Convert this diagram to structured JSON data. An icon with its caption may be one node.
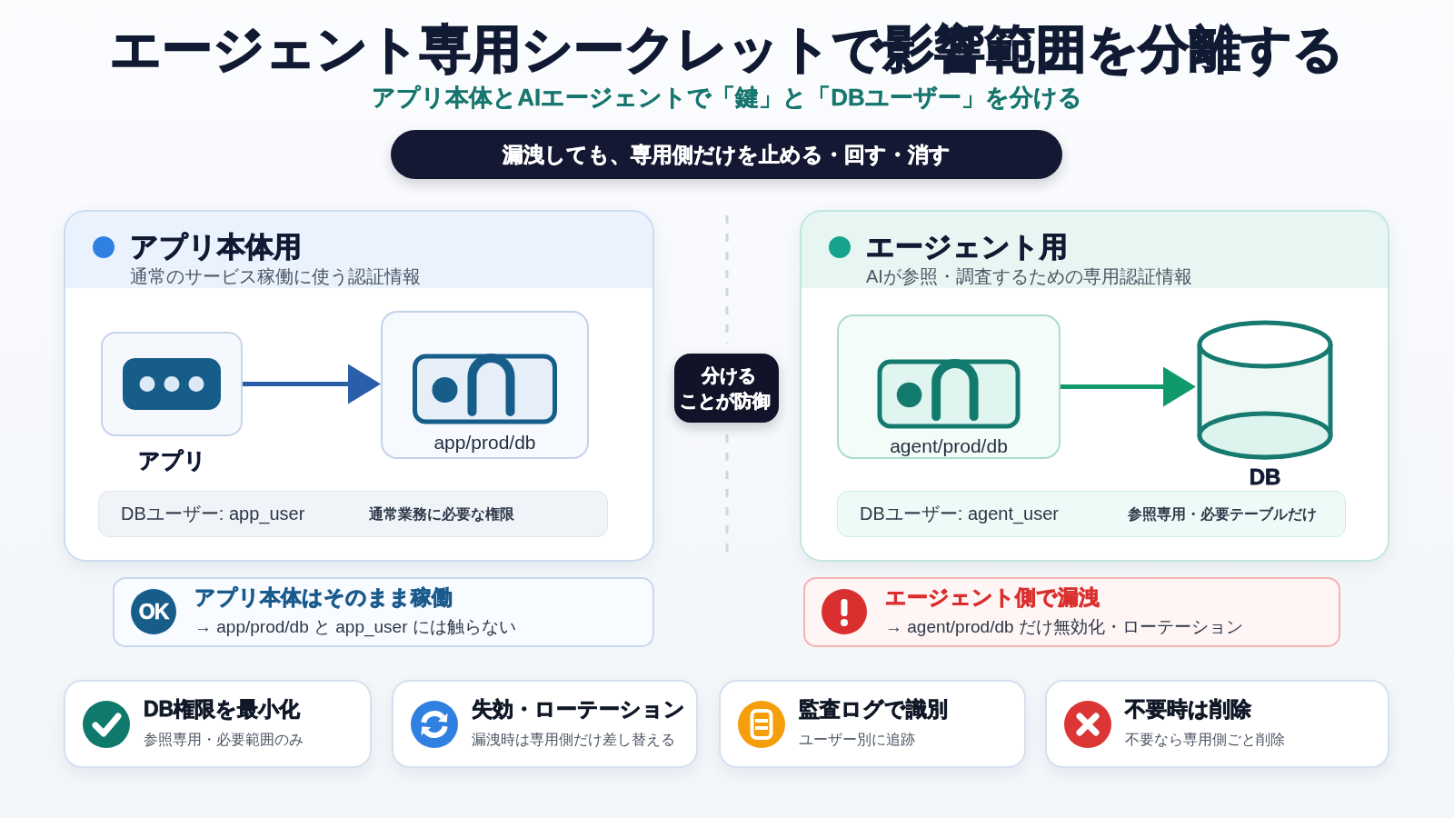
{
  "diagram": {
    "title": "エージェント専用シークレットで影響範囲を分離する",
    "nodes": [
      {
        "text": [
          "漏洩しても、専用側だけを止める・回す・消す"
        ]
      },
      {
        "text": [
          "アプリ本体用",
          "通常のサービス稼働に使う認証情報"
        ]
      },
      {
        "text": [],
        "shape": "box",
        "in": 1,
        "beside": [
          "アプリ"
        ]
      },
      {
        "text": [
          "app/prod/db"
        ],
        "in": 1
      },
      {
        "text": [
          "DBユーザー: app_user",
          "通常業務に必要な権限"
        ],
        "in": 1
      },
      {
        "text": [
          "分けることが防御"
        ]
      },
      {
        "text": [
          "エージェント用",
          "AIが参照・調査するための専用認証情報"
        ]
      },
      {
        "text": [
          "agent/prod/db"
        ],
        "in": 6
      },
      {
        "text": [],
        "shape": "cylinder",
        "in": 6,
        "beside": [
          "DB"
        ]
      },
      {
        "text": [
          "DBユーザー: agent_user",
          "参照専用・必要テーブルだけ"
        ],
        "in": 6
      },
      {
        "text": [
          "OK",
          "アプリ本体はそのまま稼働",
          "→ app/prod/db と app_user には触らない"
        ]
      },
      {
        "text": [
          "エージェント側で漏洩",
          "→ agent/prod/db だけ無効化・ローテーション"
        ]
      },
      {
        "text": [
          "DB権限を最小化",
          "参照専用・必要範囲のみ"
        ]
      },
      {
        "text": [
          "失効・ローテーション",
          "漏洩時は専用側だけ差し替える"
        ]
      },
      {
        "text": [
          "監査ログで識別",
          "ユーザー別に追跡"
        ]
      },
      {
        "text": [
          "不要時は削除",
          "不要なら専用側ごと削除"
        ]
      }
    ],
    "edges": [
      {
        "from": 2,
        "to": 3,
        "arrow": "to",
        "color": "#2a5ea8"
      },
      {
        "from": 7,
        "to": 8,
        "arrow": "to",
        "color": "#10996a"
      }
    ],
    "labels": [
      "アプリ本体とAIエージェントで「鍵」と「DBユーザー」を分ける"
    ]
  }
}
